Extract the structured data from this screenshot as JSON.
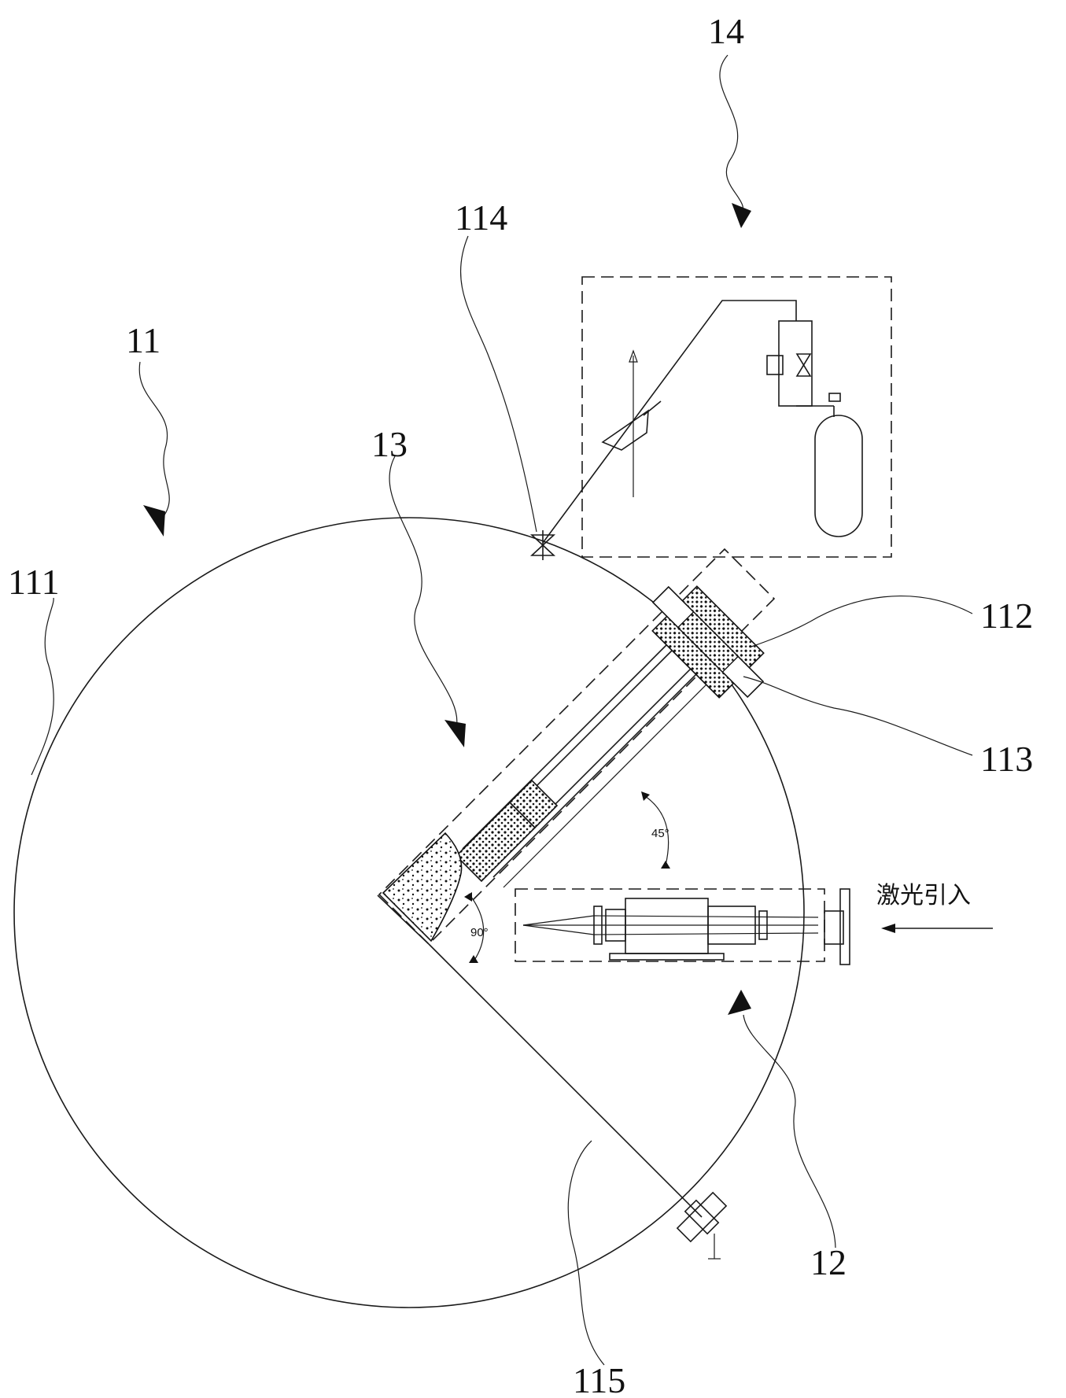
{
  "labels": {
    "l14": "14",
    "l114": "114",
    "l11": "11",
    "l13": "13",
    "l111": "111",
    "l112": "112",
    "l113": "113",
    "l12": "12",
    "l115": "115"
  },
  "angles": {
    "a45": "45°",
    "a90": "90°"
  },
  "laser_text": "激光引入",
  "colors": {
    "line": "#1a1a1a",
    "background": "#ffffff"
  }
}
